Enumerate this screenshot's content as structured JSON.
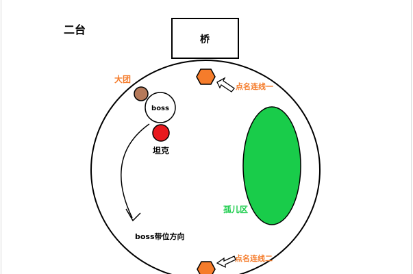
{
  "title": "二台",
  "bridge": {
    "label": "桥"
  },
  "boss": {
    "label": "boss"
  },
  "raid": {
    "label": "大团",
    "color": "#b5795a"
  },
  "tank": {
    "label": "坦克",
    "color": "#e8191e"
  },
  "isolated_zone": {
    "label": "孤儿区",
    "color": "#19cc4a"
  },
  "point_one": {
    "label": "点名连线一",
    "color": "#f57c2b"
  },
  "point_two": {
    "label": "点名连线二",
    "color": "#f57c2b"
  },
  "direction": {
    "label": "boss带位方向"
  },
  "label_colors": {
    "orange": "#f57c2b",
    "green": "#19cc4a",
    "black": "#000000"
  }
}
